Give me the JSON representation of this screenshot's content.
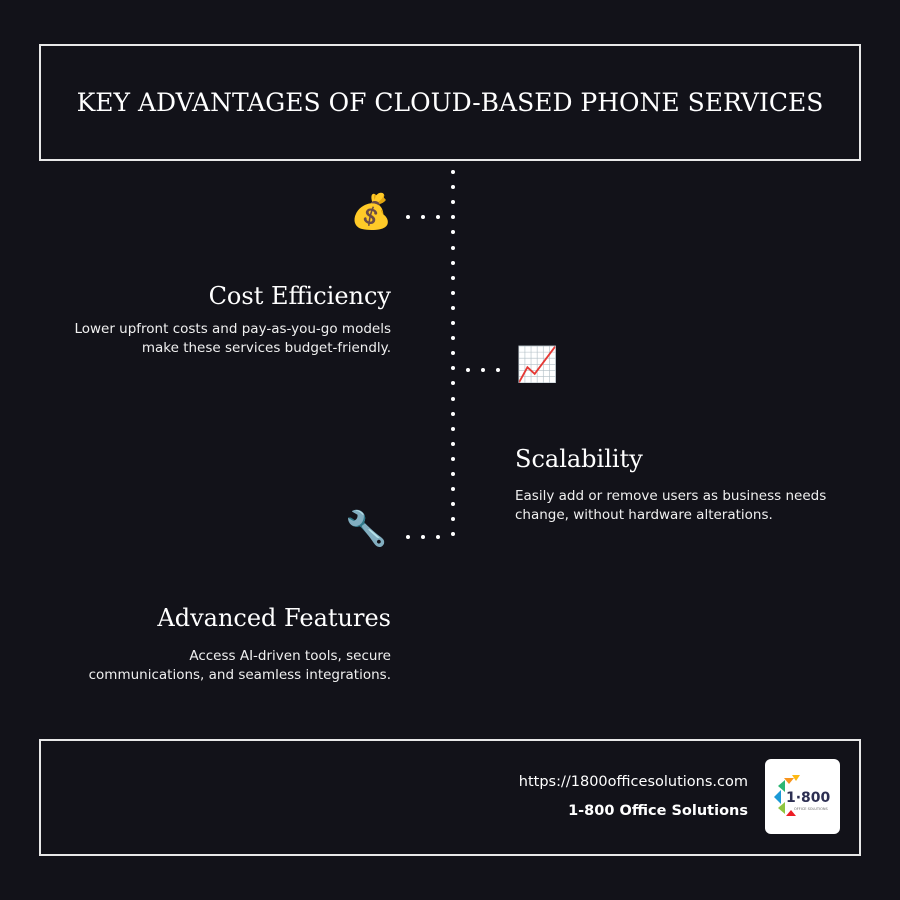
{
  "title": "KEY ADVANTAGES OF CLOUD-BASED PHONE SERVICES",
  "items": [
    {
      "icon": "money-bag-icon",
      "emoji": "💰",
      "heading": "Cost Efficiency",
      "description_lines": [
        "Lower upfront costs and pay-as-you-go models",
        "make these services budget-friendly."
      ]
    },
    {
      "icon": "chart-increasing-icon",
      "emoji": "📈",
      "heading": "Scalability",
      "description_lines": [
        "Easily add or remove users as business needs",
        "change, without hardware alterations."
      ]
    },
    {
      "icon": "wrench-icon",
      "emoji": "🔧",
      "heading": "Advanced Features",
      "description_lines": [
        "Access AI-driven tools, secure",
        "communications, and seamless integrations."
      ]
    }
  ],
  "footer": {
    "url": "https://1800officesolutions.com",
    "company": "1-800 Office Solutions",
    "logo_text": "1·800",
    "logo_subtext": "OFFICE SOLUTIONS"
  }
}
